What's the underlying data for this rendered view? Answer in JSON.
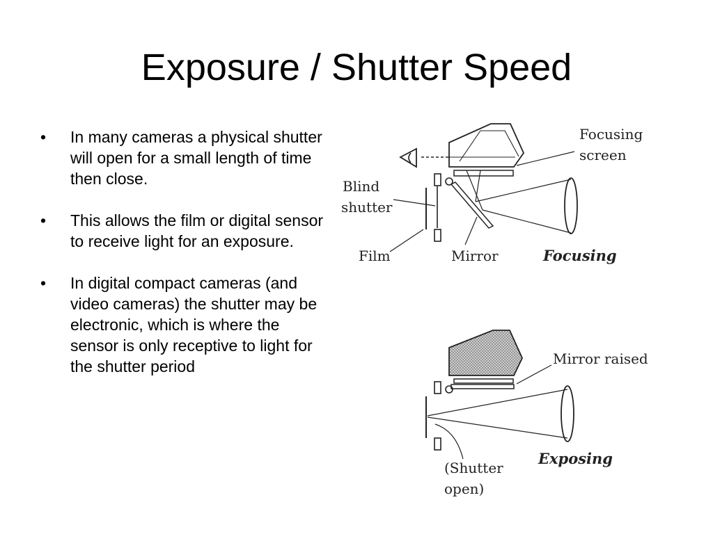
{
  "slide": {
    "title": "Exposure / Shutter Speed",
    "bullets": [
      "In many cameras a physical shutter will open for a small length of time then close.",
      "This allows the film or digital sensor to receive light for an exposure.",
      "In digital compact cameras (and video cameras) the shutter may be electronic, which is where the sensor is only receptive to light for the shutter period"
    ]
  },
  "diagram": {
    "focusing": {
      "focusing_screen_line1": "Focusing",
      "focusing_screen_line2": "screen",
      "blind_line1": "Blind",
      "blind_line2": "shutter",
      "film": "Film",
      "mirror": "Mirror",
      "caption": "Focusing"
    },
    "exposing": {
      "mirror_raised": "Mirror raised",
      "shutter_line1": "(Shutter",
      "shutter_line2": "open)",
      "caption": "Exposing"
    }
  }
}
